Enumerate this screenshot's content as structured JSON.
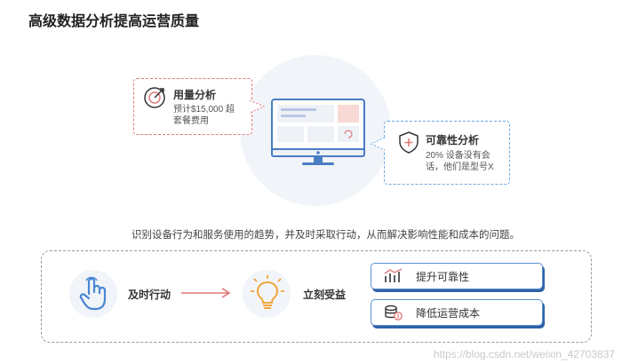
{
  "page": {
    "title": "高级数据分析提高运营质量"
  },
  "callouts": {
    "usage": {
      "title": "用量分析",
      "desc_line1": "预计$15,000 超",
      "desc_line2": "套餐费用"
    },
    "reliability": {
      "title": "可靠性分析",
      "desc_line1": "20% 设备没有会",
      "desc_line2": "话，他们是型号X"
    }
  },
  "caption": "识别设备行为和服务使用的趋势，并及时采取行动，从而解决影响性能和成本的问题。",
  "flow": {
    "step1": "及时行动",
    "step2": "立刻受益",
    "options": [
      "提升可靠性",
      "降低运营成本"
    ]
  },
  "watermark": "https://blog.csdn.net/weixin_42703837",
  "colors": {
    "accent_red": "#e07a7a",
    "accent_blue": "#5b8fd0",
    "button_shadow": "#2f63a8"
  },
  "icons": [
    "target-icon",
    "shield-plus-icon",
    "monitor-icon",
    "hand-pointer-icon",
    "arrow-right-icon",
    "lightbulb-icon",
    "chart-bars-icon",
    "coins-icon"
  ]
}
